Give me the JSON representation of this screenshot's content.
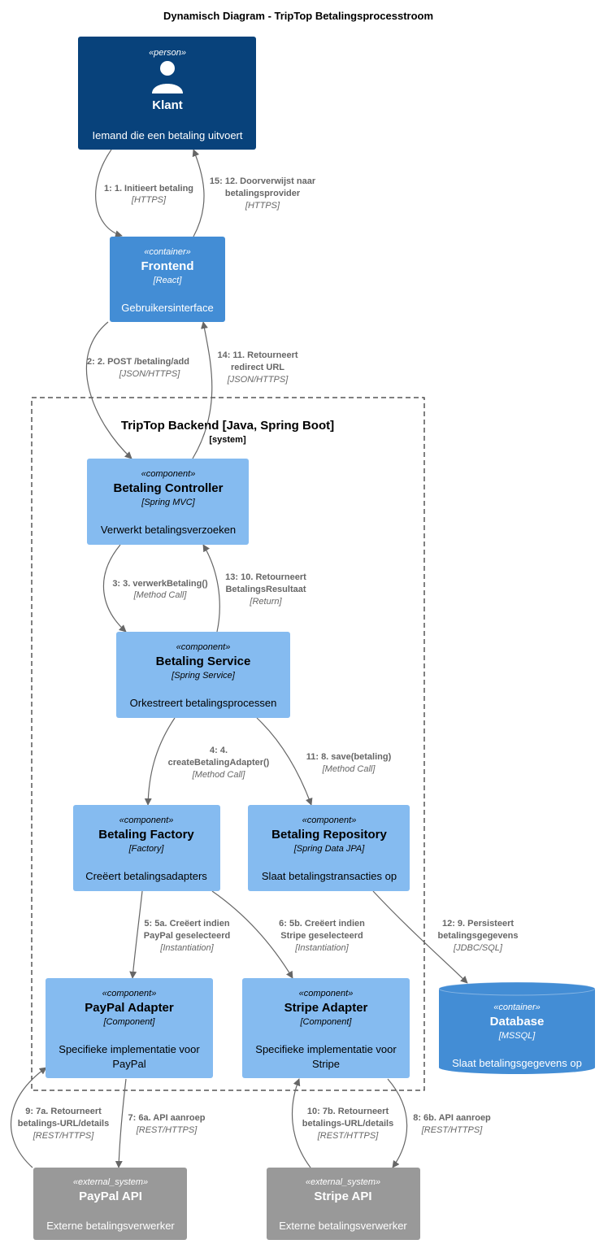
{
  "title": "Dynamisch Diagram - TripTop Betalingsprocesstroom",
  "boundary": {
    "name": "TripTop Backend [Java, Spring Boot]",
    "type": "[system]"
  },
  "elements": {
    "klant": {
      "stereotype": "«person»",
      "name": "Klant",
      "tech": "",
      "desc": [
        "Iemand die een betaling uitvoert"
      ],
      "color": "#08427B"
    },
    "frontend": {
      "stereotype": "«container»",
      "name": "Frontend",
      "tech": "[React]",
      "desc": [
        "Gebruikersinterface"
      ],
      "color": "#438DD5"
    },
    "controller": {
      "stereotype": "«component»",
      "name": "Betaling Controller",
      "tech": "[Spring MVC]",
      "desc": [
        "Verwerkt betalingsverzoeken"
      ],
      "color": "#85BBF0"
    },
    "service": {
      "stereotype": "«component»",
      "name": "Betaling Service",
      "tech": "[Spring Service]",
      "desc": [
        "Orkestreert betalingsprocessen"
      ],
      "color": "#85BBF0"
    },
    "factory": {
      "stereotype": "«component»",
      "name": "Betaling Factory",
      "tech": "[Factory]",
      "desc": [
        "Creëert betalingsadapters"
      ],
      "color": "#85BBF0"
    },
    "repository": {
      "stereotype": "«component»",
      "name": "Betaling Repository",
      "tech": "[Spring Data JPA]",
      "desc": [
        "Slaat betalingstransacties op"
      ],
      "color": "#85BBF0"
    },
    "paypalAdapter": {
      "stereotype": "«component»",
      "name": "PayPal Adapter",
      "tech": "[Component]",
      "desc": [
        "Specifieke implementatie voor",
        "PayPal"
      ],
      "color": "#85BBF0"
    },
    "stripeAdapter": {
      "stereotype": "«component»",
      "name": "Stripe Adapter",
      "tech": "[Component]",
      "desc": [
        "Specifieke implementatie voor",
        "Stripe"
      ],
      "color": "#85BBF0"
    },
    "database": {
      "stereotype": "«container»",
      "name": "Database",
      "tech": "[MSSQL]",
      "desc": [
        "Slaat betalingsgegevens op"
      ],
      "color": "#438DD5"
    },
    "paypalApi": {
      "stereotype": "«external_system»",
      "name": "PayPal API",
      "tech": "",
      "desc": [
        "Externe betalingsverwerker"
      ],
      "color": "#999999"
    },
    "stripeApi": {
      "stereotype": "«external_system»",
      "name": "Stripe API",
      "tech": "",
      "desc": [
        "Externe betalingsverwerker"
      ],
      "color": "#999999"
    }
  },
  "edges": [
    {
      "id": "e1",
      "label": [
        "1: 1. Initieert betaling"
      ],
      "tech": "[HTTPS]"
    },
    {
      "id": "e15",
      "label": [
        "15: 12. Doorverwijst naar",
        "betalingsprovider"
      ],
      "tech": "[HTTPS]"
    },
    {
      "id": "e2",
      "label": [
        "2: 2. POST /betaling/add"
      ],
      "tech": "[JSON/HTTPS]"
    },
    {
      "id": "e14",
      "label": [
        "14: 11. Retourneert",
        "redirect URL"
      ],
      "tech": "[JSON/HTTPS]"
    },
    {
      "id": "e3",
      "label": [
        "3: 3. verwerkBetaling()"
      ],
      "tech": "[Method Call]"
    },
    {
      "id": "e13",
      "label": [
        "13: 10. Retourneert",
        "BetalingsResultaat"
      ],
      "tech": "[Return]"
    },
    {
      "id": "e4",
      "label": [
        "4: 4.",
        "createBetalingAdapter()"
      ],
      "tech": "[Method Call]"
    },
    {
      "id": "e11",
      "label": [
        "11: 8. save(betaling)"
      ],
      "tech": "[Method Call]"
    },
    {
      "id": "e5",
      "label": [
        "5: 5a. Creëert indien",
        "PayPal geselecteerd"
      ],
      "tech": "[Instantiation]"
    },
    {
      "id": "e6",
      "label": [
        "6: 5b. Creëert indien",
        "Stripe geselecteerd"
      ],
      "tech": "[Instantiation]"
    },
    {
      "id": "e12",
      "label": [
        "12: 9. Persisteert",
        "betalingsgegevens"
      ],
      "tech": "[JDBC/SQL]"
    },
    {
      "id": "e9",
      "label": [
        "9: 7a. Retourneert",
        "betalings-URL/details"
      ],
      "tech": "[REST/HTTPS]"
    },
    {
      "id": "e7",
      "label": [
        "7: 6a. API aanroep"
      ],
      "tech": "[REST/HTTPS]"
    },
    {
      "id": "e10",
      "label": [
        "10: 7b. Retourneert",
        "betalings-URL/details"
      ],
      "tech": "[REST/HTTPS]"
    },
    {
      "id": "e8",
      "label": [
        "8: 6b. API aanroep"
      ],
      "tech": "[REST/HTTPS]"
    }
  ]
}
